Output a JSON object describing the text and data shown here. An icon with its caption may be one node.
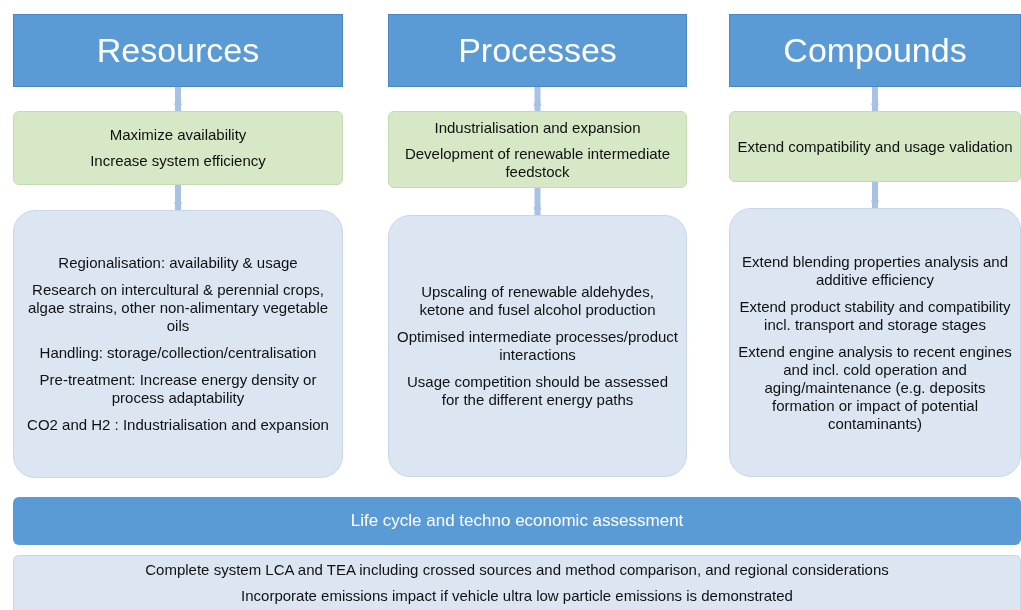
{
  "diagram": {
    "nodes": [
      {
        "text": [
          "Resources"
        ]
      },
      {
        "text": [
          "Maximize availability",
          "Increase system efficiency"
        ]
      },
      {
        "text": [
          "Regionalisation: availability & usage",
          "Research on intercultural & perennial crops, algae strains, other non-alimentary vegetable oils",
          "Handling: storage/collection/centralisation",
          "Pre-treatment: Increase energy density or process adaptability",
          "CO2 and H2 : Industrialisation and expansion"
        ]
      },
      {
        "text": [
          "Processes"
        ]
      },
      {
        "text": [
          "Industrialisation and expansion",
          "Development of renewable intermediate feedstock"
        ]
      },
      {
        "text": [
          "Upscaling of renewable aldehydes, ketone and fusel alcohol production",
          "Optimised intermediate processes/product interactions",
          "Usage competition should be assessed for the different energy paths"
        ]
      },
      {
        "text": [
          "Compounds"
        ]
      },
      {
        "text": [
          "Extend compatibility and usage validation"
        ]
      },
      {
        "text": [
          "Extend blending properties analysis and additive efficiency",
          "Extend product stability and compatibility incl. transport and storage stages",
          "Extend engine analysis to recent engines and incl. cold operation and aging/maintenance (e.g. deposits formation or impact of potential contaminants)"
        ]
      },
      {
        "text": [
          "Life cycle and techno economic assessment"
        ]
      },
      {
        "text": [
          "Complete system LCA and TEA including crossed sources and method comparison, and regional considerations",
          "Incorporate emissions impact if vehicle ultra low particle emissions is demonstrated"
        ]
      }
    ],
    "edges": [
      {
        "from": 0,
        "to": 1,
        "arrow": "to"
      },
      {
        "from": 1,
        "to": 2,
        "arrow": "to"
      },
      {
        "from": 3,
        "to": 4,
        "arrow": "to"
      },
      {
        "from": 4,
        "to": 5,
        "arrow": "to"
      },
      {
        "from": 6,
        "to": 7,
        "arrow": "to"
      },
      {
        "from": 7,
        "to": 8,
        "arrow": "to"
      }
    ]
  }
}
